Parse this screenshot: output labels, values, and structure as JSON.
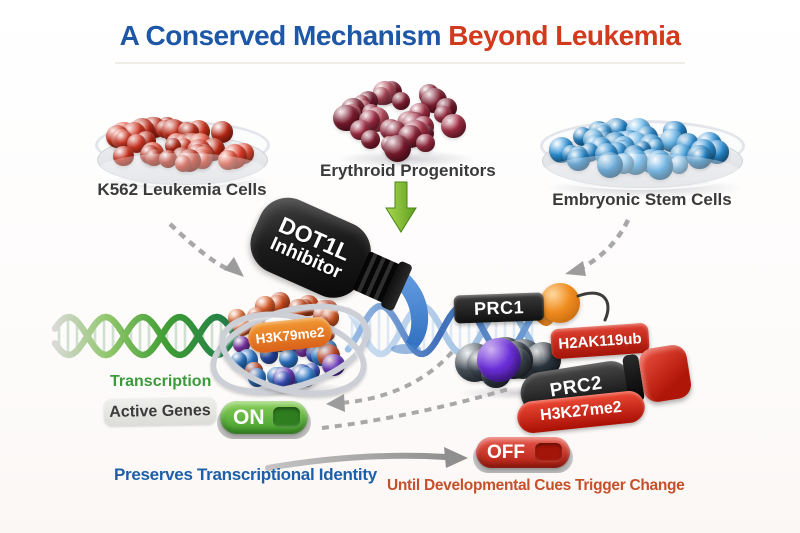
{
  "title": {
    "part1": "A Conserved Mechanism",
    "part2": "Beyond Leukemia"
  },
  "cultures": {
    "leukemia": {
      "label": "K562 Leukemia Cells"
    },
    "erythroid": {
      "label": "Erythroid Progenitors"
    },
    "stem": {
      "label": "Embryonic Stem Cells"
    }
  },
  "bottle": {
    "line1": "DOT1L",
    "line2": "Inhibitor"
  },
  "marks": {
    "h3k79": "H3K79me2",
    "prc1": "PRC1",
    "h2ak119ub": "H2AK119ub",
    "prc2": "PRC2",
    "h3k27": "H3K27me2"
  },
  "transcription": {
    "label": "Transcription",
    "active_genes": "Active Genes",
    "on": "ON",
    "off": "OFF"
  },
  "footer": {
    "left": "Preserves Transcriptional Identity",
    "right": "Until Developmental Cues Trigger Change"
  },
  "colors": {
    "title_blue": "#1d57a6",
    "title_red": "#d23a1e",
    "label_gray": "#3a3a3a",
    "transcription_green": "#3a9b3a",
    "footer_blue": "#1d5fa9",
    "footer_red": "#c6502a",
    "on_green": "#4aa32e",
    "off_red": "#c8281a",
    "inhibitor_liquid_blue": "#3f7fd0",
    "arrow_green": "#76b32e",
    "dashed_arrow_gray": "#a8a8a8"
  },
  "palettes": {
    "leukemia": [
      "#e63c26",
      "#d52f1a",
      "#ef5038",
      "#c62a16"
    ],
    "erythroid": [
      "#a62c44",
      "#8e1f35",
      "#b84a5c",
      "#7d1a2e"
    ],
    "stem": [
      "#41a6e9",
      "#2b93dc",
      "#63b9f0",
      "#1f86cf"
    ],
    "nucleosome_top": [
      "#e85f28",
      "#db4e1c",
      "#f0763a",
      "#cc4416",
      "#e86a4a"
    ],
    "nucleosome_bottom": [
      "#3b55cc",
      "#2f7fd6",
      "#6a38c4",
      "#4f46d8",
      "#8838b8",
      "#cc4a2a",
      "#2a52b8"
    ],
    "prc": [
      "#3a444e",
      "#2b343d",
      "#465059",
      "#333d46"
    ]
  }
}
